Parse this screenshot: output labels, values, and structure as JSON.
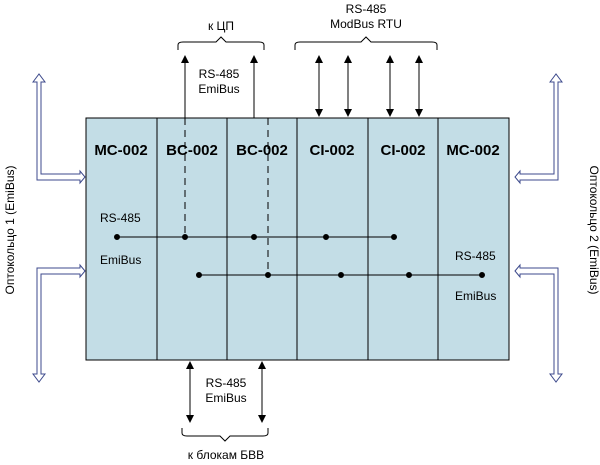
{
  "colors": {
    "module_fill": "#c3dde6",
    "line": "#000000",
    "ring_arrow": "#3d4a8c"
  },
  "modules": [
    "MC-002",
    "BC-002",
    "BC-002",
    "CI-002",
    "CI-002",
    "MC-002"
  ],
  "top_left": {
    "label": "к ЦП",
    "bus_line1": "RS-485",
    "bus_line2": "EmiBus"
  },
  "top_right": {
    "line1": "RS-485",
    "line2": "ModBus RTU"
  },
  "bottom": {
    "bus_line1": "RS-485",
    "bus_line2": "EmiBus",
    "label": "к блокам БВВ"
  },
  "inner": {
    "left_line1": "RS-485",
    "left_line2": "EmiBus",
    "right_line1": "RS-485",
    "right_line2": "EmiBus"
  },
  "ring_left": "Оптокольцо 1 (EmiBus)",
  "ring_right": "Оптокольцо 2 (EmiBus)"
}
